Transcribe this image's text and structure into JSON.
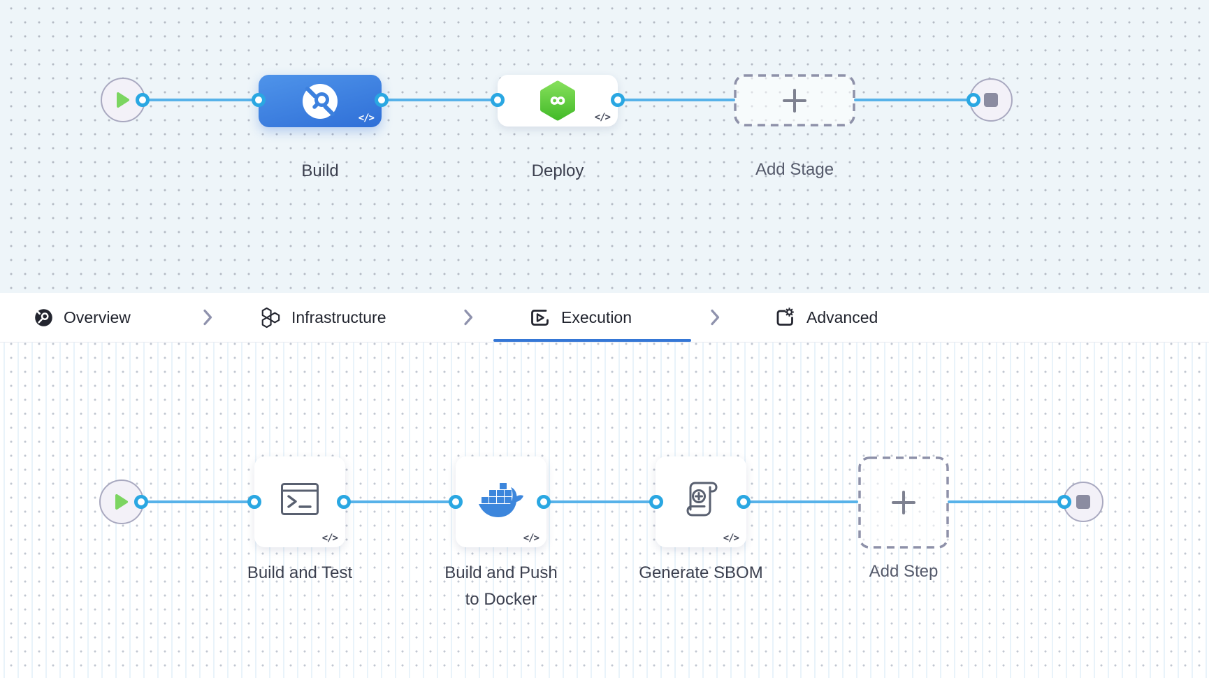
{
  "stage_graph": {
    "stages": [
      {
        "id": "build",
        "label": "Build",
        "kind": "ci-stage",
        "code_badge": "</>"
      },
      {
        "id": "deploy",
        "label": "Deploy",
        "kind": "cd-stage",
        "code_badge": "</>"
      },
      {
        "id": "add-stage",
        "label": "Add Stage",
        "kind": "add-button"
      }
    ]
  },
  "tab_bar": {
    "separator": ">",
    "tabs": [
      {
        "label": "Overview",
        "icon": "overview-icon",
        "active": false
      },
      {
        "label": "Infrastructure",
        "icon": "infrastructure-icon",
        "active": false
      },
      {
        "label": "Execution",
        "icon": "execution-icon",
        "active": true
      },
      {
        "label": "Advanced",
        "icon": "advanced-icon",
        "active": false
      }
    ]
  },
  "step_graph": {
    "steps": [
      {
        "id": "build-and-test",
        "label": "Build and Test",
        "kind": "run-step",
        "code_badge": "</>"
      },
      {
        "id": "build-and-push-to-docker",
        "label": "Build and Push to Docker",
        "kind": "docker-step",
        "code_badge": "</>"
      },
      {
        "id": "generate-sbom",
        "label": "Generate SBOM",
        "kind": "sbom-step",
        "code_badge": "</>"
      },
      {
        "id": "add-step",
        "label": "Add Step",
        "kind": "add-button"
      }
    ]
  },
  "colors": {
    "edge_blue": "#57b2e9",
    "port_ring_blue": "#2aa7e2",
    "stage_blue_top": "#4f94ea",
    "stage_blue_bottom": "#2f6fd7",
    "cd_green": "#55c434",
    "docker_blue": "#3c86dc",
    "active_tab_underline": "#3577d6",
    "canvas_top_bg": "#eef5f9",
    "canvas_bottom_bg": "#ffffff",
    "terminal_node_bg": "#f3f1f8",
    "play_green": "#7cd561"
  }
}
